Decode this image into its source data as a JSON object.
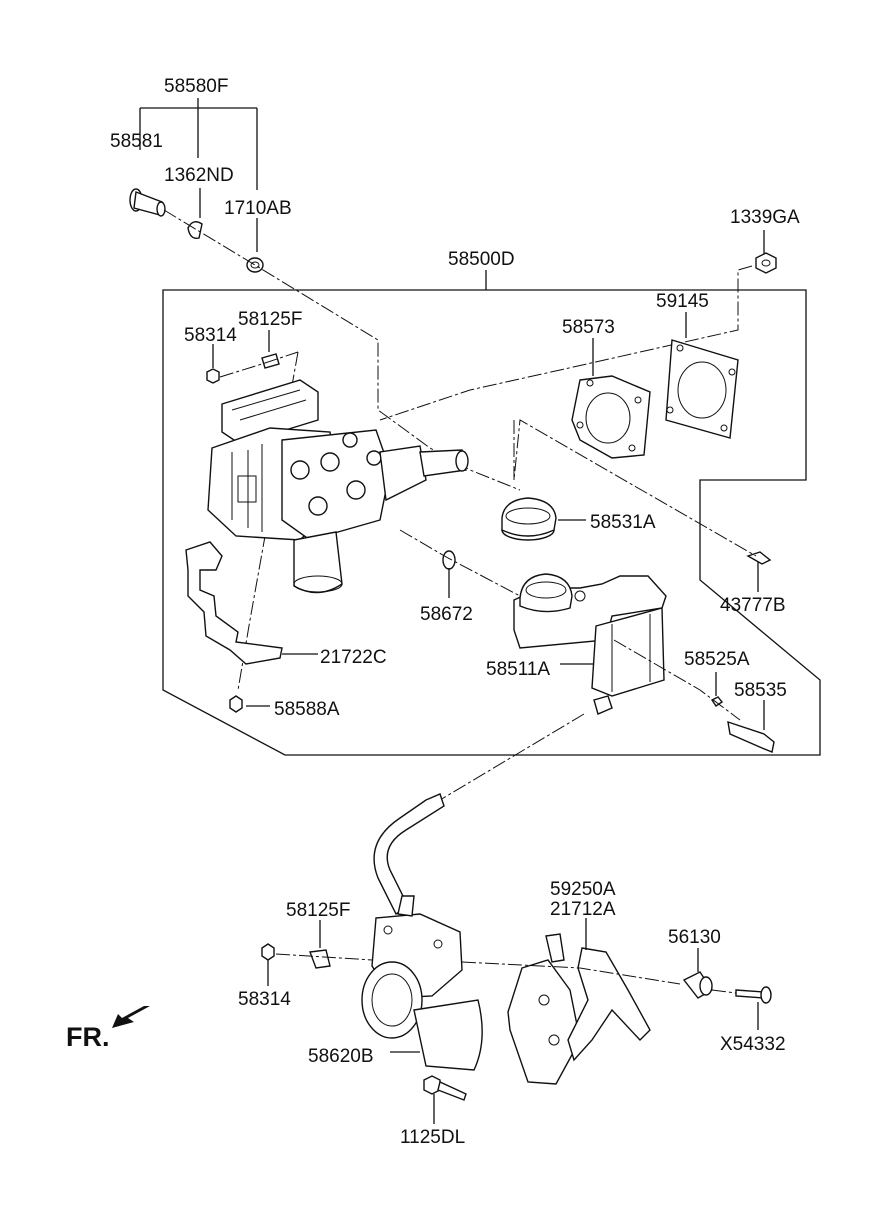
{
  "labels": {
    "p58580F": "58580F",
    "p58581": "58581",
    "p1362ND": "1362ND",
    "p1710AB": "1710AB",
    "p1339GA": "1339GA",
    "p58500D": "58500D",
    "p58125F_top": "58125F",
    "p58314_top": "58314",
    "p59145": "59145",
    "p58573": "58573",
    "p58531A": "58531A",
    "p43777B": "43777B",
    "p58672": "58672",
    "p21722C": "21722C",
    "p58511A": "58511A",
    "p58525A": "58525A",
    "p58535": "58535",
    "p58588A": "58588A",
    "p59250A": "59250A",
    "p21712A": "21712A",
    "p58125F_bot": "58125F",
    "p56130": "56130",
    "p58314_bot": "58314",
    "pX54332": "X54332",
    "p58620B": "58620B",
    "p1125DL": "1125DL"
  },
  "orientation": {
    "label": "FR.",
    "arrow_icon": "arrow-front-left-icon"
  }
}
